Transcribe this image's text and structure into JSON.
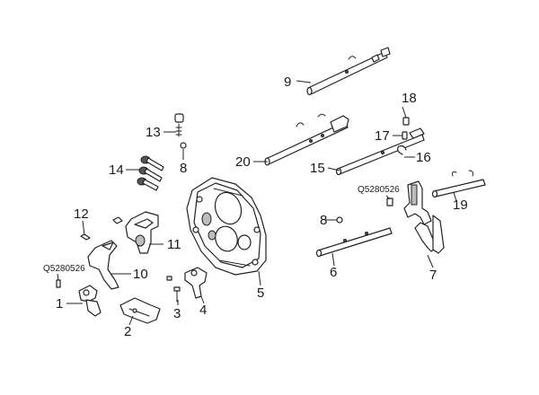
{
  "callouts": {
    "p1": "1",
    "p2": "2",
    "p3": "3",
    "p4": "4",
    "p5": "5",
    "p6": "6",
    "p7": "7",
    "p8a": "8",
    "p8b": "8",
    "p9": "9",
    "p10": "10",
    "p11": "11",
    "p12": "12",
    "p13": "13",
    "p14": "14",
    "p15": "15",
    "p16": "16",
    "p17": "17",
    "p18": "18",
    "p19": "19",
    "p20": "20",
    "code_left": "Q5280526",
    "code_right": "Q5280526"
  }
}
